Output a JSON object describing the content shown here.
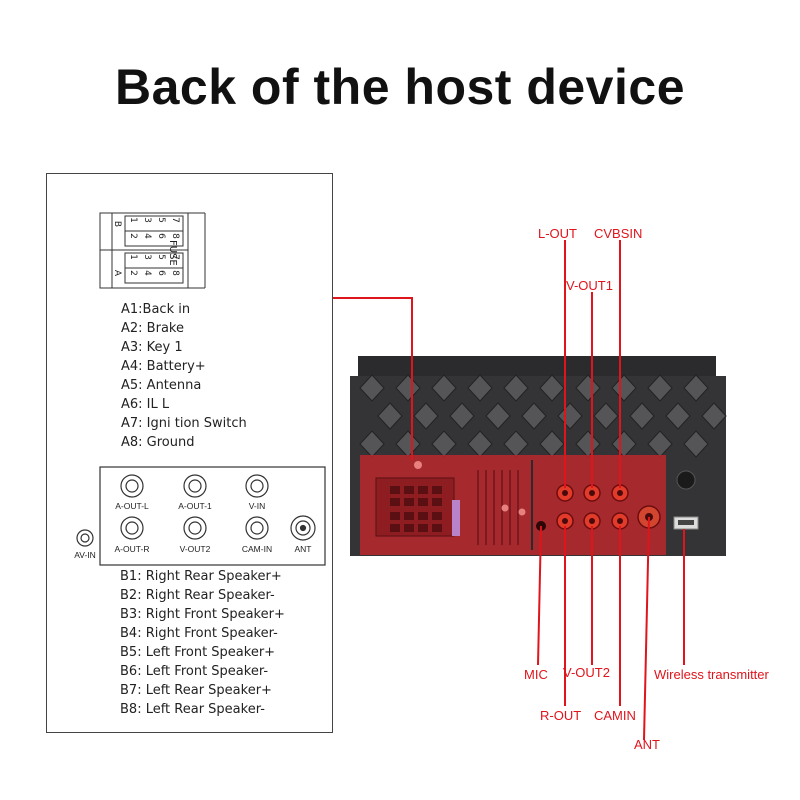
{
  "title": "Back of the host device",
  "iso_connector": {
    "block_b_letter": "B",
    "block_a_letter": "A",
    "fuse_label": "FUSE",
    "pins_top": [
      "1",
      "3",
      "5",
      "7"
    ],
    "pins_bottom": [
      "2",
      "4",
      "6",
      "8"
    ]
  },
  "a_pins": [
    "A1:Back    in",
    "A2: Brake",
    "A3: Key 1",
    "A4: Battery+",
    "A5: Antenna",
    "A6: IL L",
    "A7:  Igni tion Switch",
    "A8: Ground"
  ],
  "jacks": {
    "a_out_l": "A-OUT-L",
    "a_out_1": "A-OUT-1",
    "v_in": "V-IN",
    "a_out_r": "A-OUT-R",
    "v_out2": "V-OUT2",
    "cam_in": "CAM-IN",
    "ant": "ANT",
    "av_in": "AV-IN"
  },
  "b_pins": [
    "B1: Right Rear Speaker+",
    "B2: Right Rear Speaker-",
    "B3: Right Front Speaker+",
    "B4: Right Front Speaker-",
    "B5: Left Front Speaker+",
    "B6: Left Front Speaker-",
    "B7: Left Rear Speaker+",
    "B8: Left Rear Speaker-"
  ],
  "callouts": {
    "l_out": "L-OUT",
    "cvbsin": "CVBSIN",
    "v_out1": "V-OUT1",
    "mic": "MIC",
    "v_out2": "V-OUT2",
    "wireless": "Wireless transmitter",
    "r_out": "R-OUT",
    "camin": "CAMIN",
    "ant": "ANT"
  },
  "colors": {
    "callout_red": "#e0141b",
    "device_body": "#2b2b2d",
    "highlight_red": "#c0282c"
  }
}
